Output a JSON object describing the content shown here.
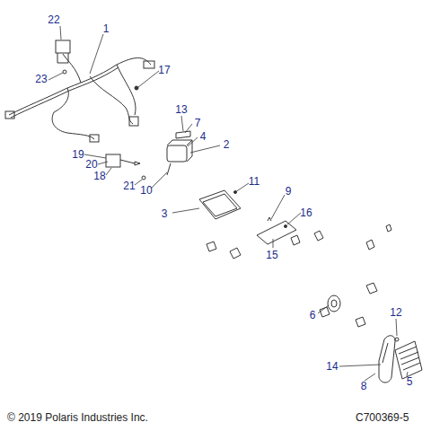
{
  "diagram": {
    "labels": [
      "1",
      "2",
      "3",
      "4",
      "5",
      "6",
      "7",
      "8",
      "9",
      "10",
      "11",
      "12",
      "13",
      "14",
      "15",
      "16",
      "17",
      "18",
      "19",
      "20",
      "21",
      "22",
      "23",
      "© 2019 Polaris Industries Inc.",
      "C700369-5"
    ]
  }
}
